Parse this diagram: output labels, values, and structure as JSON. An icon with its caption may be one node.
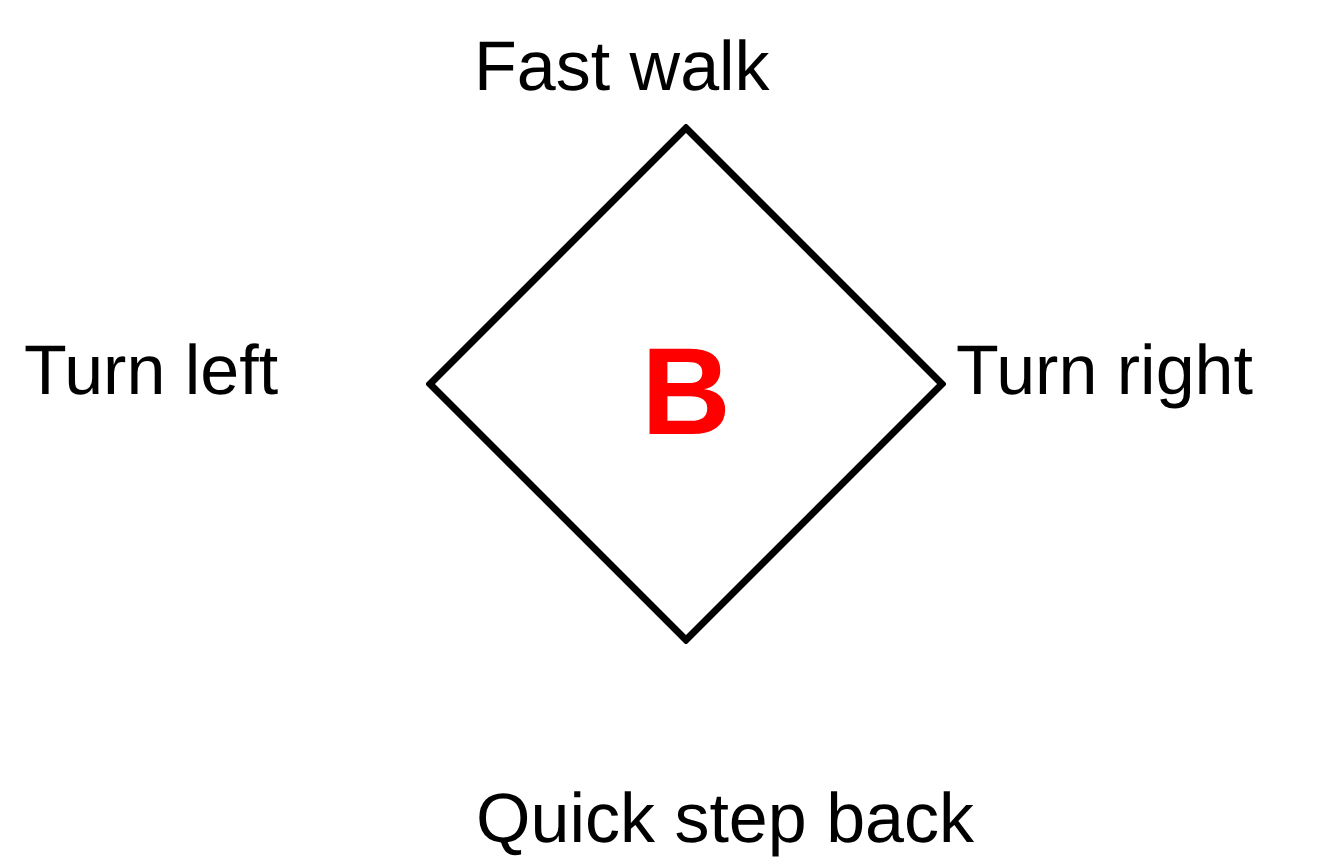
{
  "diagram": {
    "nodes": [
      {
        "text": [
          "B"
        ]
      }
    ],
    "labels": [
      "Fast walk",
      "Turn left",
      "Turn right",
      "Quick step back"
    ]
  }
}
